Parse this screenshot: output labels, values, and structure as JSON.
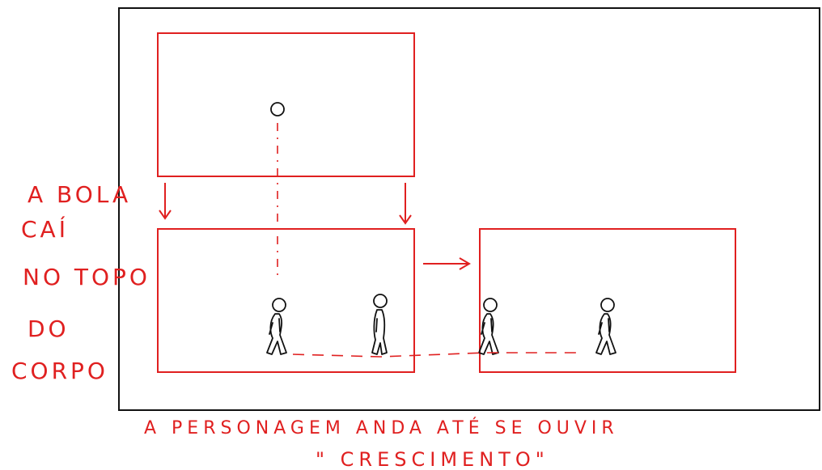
{
  "side_note": [
    "A BOLA",
    "CAÍ",
    "NO TOPO",
    "DO",
    "CORPO"
  ],
  "caption": {
    "line1": "A PERSONAGEM ANDA ATÉ SE OUVIR",
    "line2": "\" CRESCIMENTO\""
  },
  "colors": {
    "annotation": "#e02020",
    "ink": "#111111",
    "border": "#111111"
  },
  "icons": [
    "ball-icon",
    "walking-figure-icon",
    "standing-figure-icon",
    "arrow-down-icon",
    "arrow-right-icon"
  ]
}
